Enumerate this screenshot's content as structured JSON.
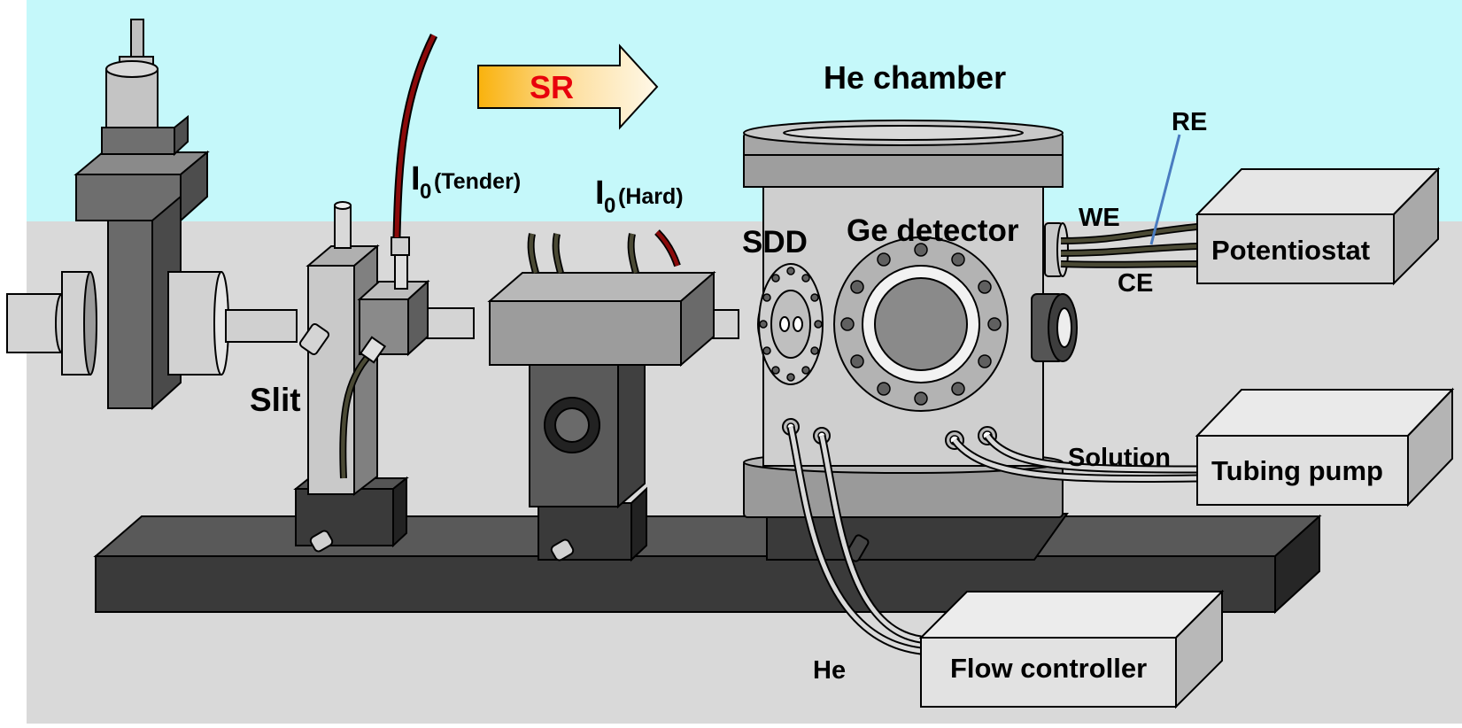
{
  "diagram": {
    "labels": {
      "sr": "SR",
      "he_chamber": "He chamber",
      "re": "RE",
      "we": "WE",
      "ce": "CE",
      "potentiostat": "Potentiostat",
      "i0_tender_main": "I",
      "i0_tender_sub": "0",
      "i0_tender_suffix": "(Tender)",
      "i0_hard_main": "I",
      "i0_hard_sub": "0",
      "i0_hard_suffix": "(Hard)",
      "sdd": "SDD",
      "ge_detector": "Ge detector",
      "slit": "Slit",
      "solution": "Solution",
      "tubing_pump": "Tubing pump",
      "he": "He",
      "flow_controller": "Flow controller"
    },
    "colors": {
      "sky": "#c5f8fa",
      "floor": "#d9d9d9",
      "sr_text": "#e8000b",
      "red_cable": "#8b0a0a",
      "olive_cable": "#4b4a35",
      "re_line": "#4a7cc0"
    }
  }
}
